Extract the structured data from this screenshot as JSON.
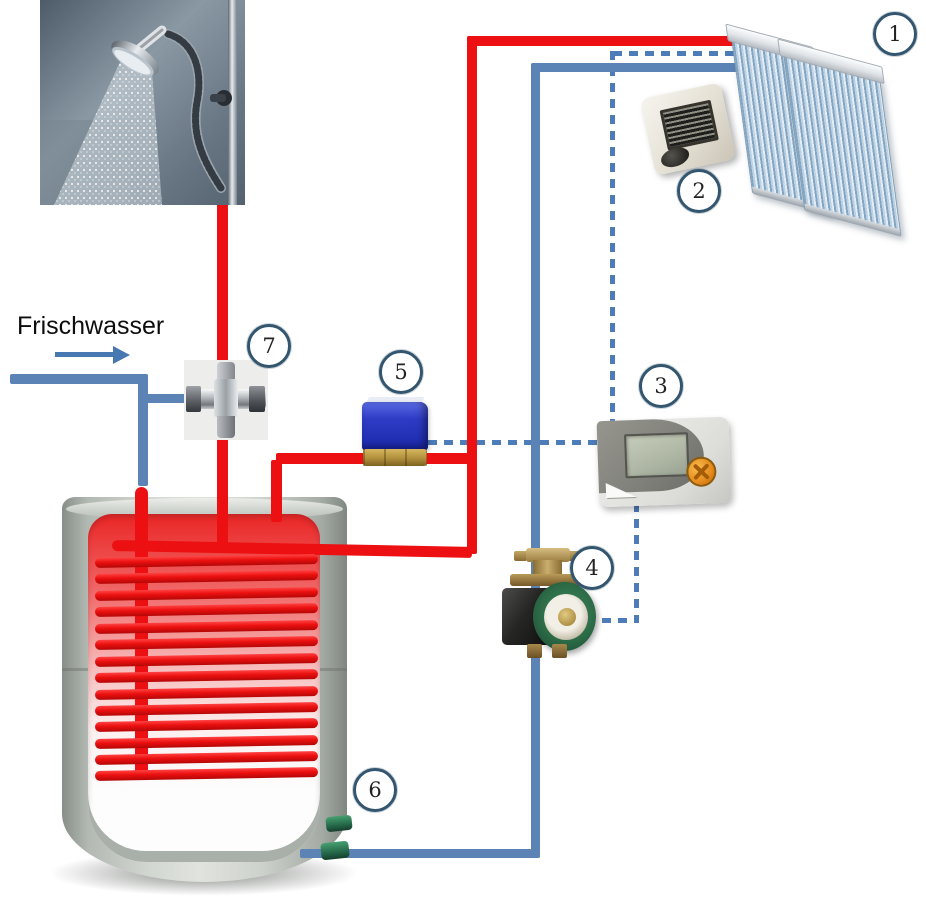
{
  "labels": {
    "frischwasser": "Frischwasser"
  },
  "badges": [
    {
      "number": "1",
      "component": "solar-collectors"
    },
    {
      "number": "2",
      "component": "collector-temperature-sensor"
    },
    {
      "number": "3",
      "component": "solar-controller"
    },
    {
      "number": "4",
      "component": "circulation-pump"
    },
    {
      "number": "5",
      "component": "motorized-zone-valve"
    },
    {
      "number": "6",
      "component": "storage-tank-with-coil"
    },
    {
      "number": "7",
      "component": "thermostatic-mixing-valve"
    }
  ],
  "colors": {
    "hot_pipe": "#ed1012",
    "cold_pipe": "#5b83b6",
    "signal_wire": "#4d7cb8"
  }
}
